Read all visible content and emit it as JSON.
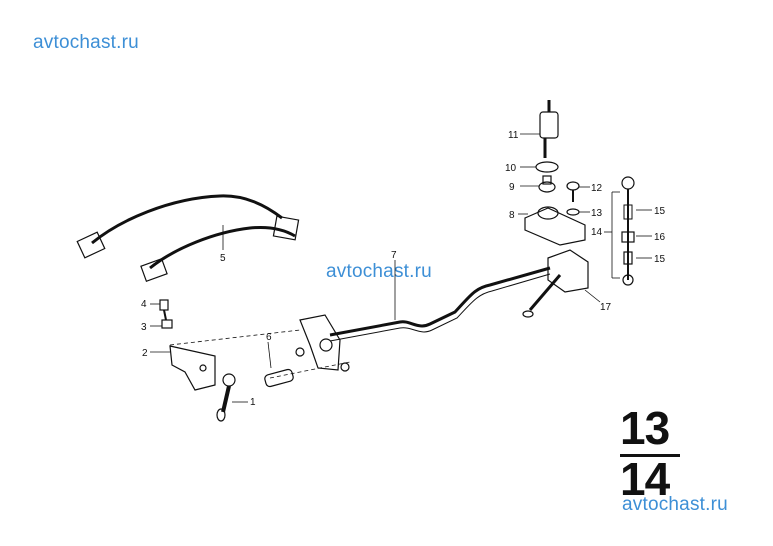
{
  "watermarks": [
    "avtochast.ru",
    "avtochast.ru",
    "avtochast.ru"
  ],
  "callouts": [
    "1",
    "2",
    "3",
    "4",
    "5",
    "6",
    "7",
    "8",
    "9",
    "10",
    "11",
    "12",
    "13",
    "14",
    "15",
    "16",
    "15",
    "17"
  ],
  "page_numbers": {
    "top": "13",
    "bottom": "14"
  },
  "colors": {
    "watermark": "#3d8fd6",
    "ink": "#111111"
  }
}
